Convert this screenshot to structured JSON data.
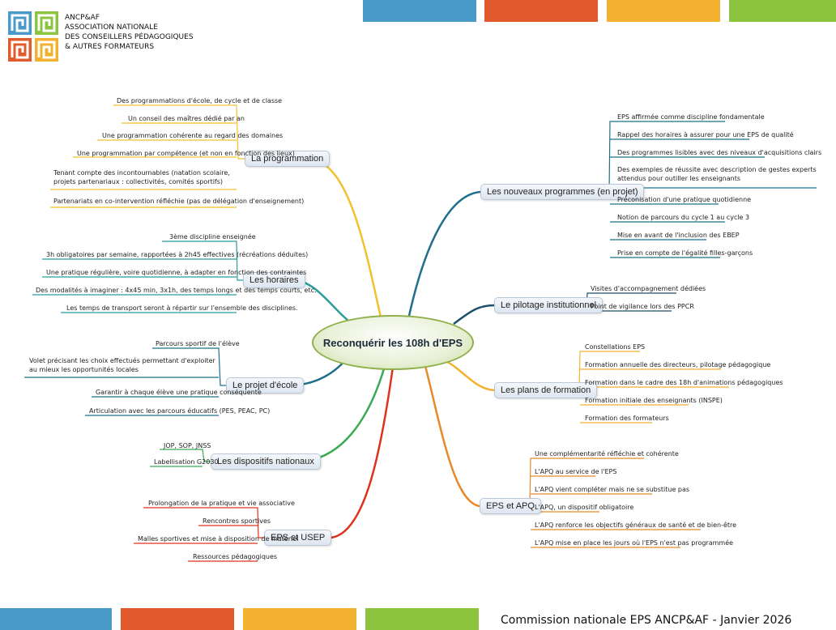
{
  "colors": {
    "blue": "#4a9ac9",
    "orange": "#e05a2b",
    "yellow": "#f2b12f",
    "green": "#8cc43f"
  },
  "header": {
    "org_lines": [
      "ANCP&AF",
      "ASSOCIATION NATIONALE",
      "DES CONSEILLERS PÉDAGOGIQUES",
      "& AUTRES FORMATEURS"
    ]
  },
  "center": {
    "label": "Reconquérir les 108h d'EPS"
  },
  "branches": {
    "programmation": {
      "label": "La programmation",
      "items": [
        "Des programmations d'école, de cycle et de classe",
        "Un conseil des maîtres dédié par an",
        "Une programmation cohérente au regard des domaines",
        "Une programmation par compétence (et non en fonction des lieux)",
        "Tenant compte des incontournables (natation scolaire, projets partenariaux : collectivités, comités sportifs)",
        "Partenariats en co-intervention réfléchie (pas de délégation d'enseignement)"
      ]
    },
    "horaires": {
      "label": "Les horaires",
      "items": [
        "3ème discipline enseignée",
        "3h obligatoires par semaine, rapportées à 2h45 effectives (récréations déduites)",
        "Une pratique régulière, voire quotidienne, à adapter en fonction des contraintes",
        "Des modalités à imaginer : 4x45 min, 3x1h, des temps longs et des temps courts, etc.",
        "Les temps de transport seront à répartir sur l'ensemble des disciplines."
      ]
    },
    "projet": {
      "label": "Le projet d'école",
      "items": [
        "Parcours sportif de l'élève",
        "Volet précisant les choix effectués permettant d'exploiter au mieux les opportunités locales",
        "Garantir à chaque élève une pratique conséquente",
        "Articulation avec les parcours éducatifs (PES, PEAC, PC)"
      ]
    },
    "dispositifs": {
      "label": "Les dispositifs nationaux",
      "items": [
        "JOP, SOP, JNSS",
        "Labellisation G2030"
      ]
    },
    "usep": {
      "label": "EPS et USEP",
      "items": [
        "Prolongation de la pratique et vie associative",
        "Rencontres sportives",
        "Malles sportives et mise à disposition de matériel",
        "Ressources pédagogiques"
      ]
    },
    "nouveaux": {
      "label": "Les nouveaux programmes (en projet)",
      "items": [
        "EPS affirmée comme discipline fondamentale",
        "Rappel des horaires à assurer pour une EPS de qualité",
        "Des programmes lisibles avec des niveaux d'acquisitions clairs",
        "Des exemples de réussite avec description de gestes experts attendus pour outiller les enseignants",
        "Préconisation d'une pratique quotidienne",
        "Notion de parcours du cycle 1 au cycle 3",
        "Mise en avant de l'inclusion des EBEP",
        "Prise en compte de l'égalité filles-garçons"
      ]
    },
    "pilotage": {
      "label": "Le pilotage institutionnel",
      "items": [
        "Visites d'accompagnement dédiées",
        "Point de vigilance lors des PPCR"
      ]
    },
    "formation": {
      "label": "Les plans de formation",
      "items": [
        "Constellations EPS",
        "Formation annuelle des directeurs, pilotage pédagogique",
        "Formation dans le cadre des 18h d'animations pédagogiques",
        "Formation initiale des enseignants (INSPE)",
        "Formation des formateurs"
      ]
    },
    "apq": {
      "label": "EPS et APQ",
      "items": [
        "Une complémentarité réfléchie et cohérente",
        "L'APQ au service de l'EPS",
        "L'APQ vient compléter mais ne se substitue pas",
        "L'APQ, un dispositif obligatoire",
        "L'APQ renforce les objectifs généraux de santé et de bien-être",
        "L'APQ mise en place les jours où l'EPS n'est pas programmée"
      ]
    }
  },
  "footer": {
    "text": "Commission nationale EPS ANCP&AF - Janvier 2026"
  }
}
